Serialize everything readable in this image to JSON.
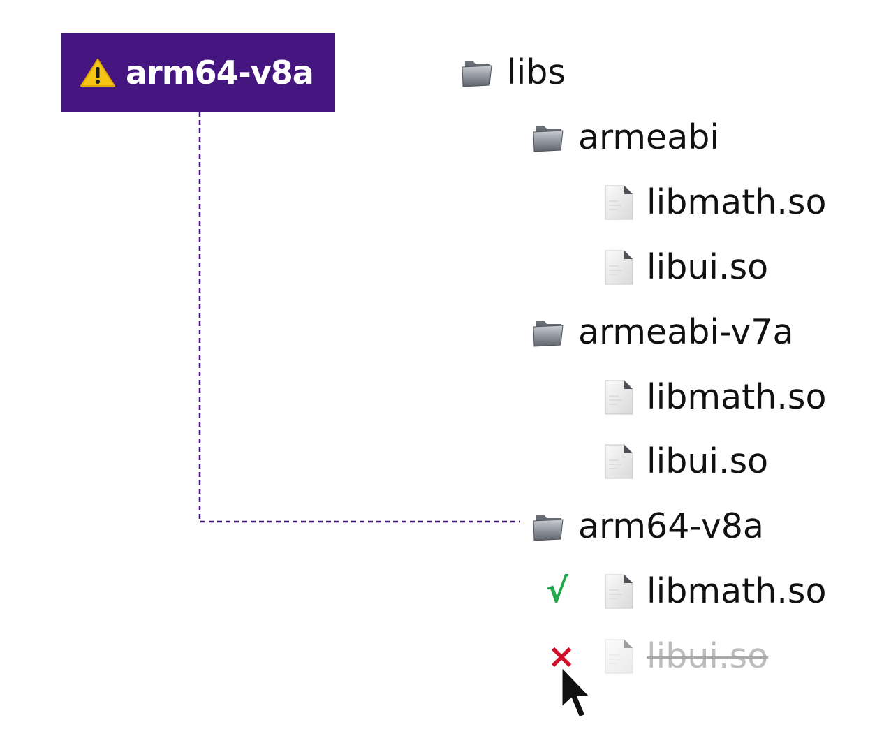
{
  "callout": {
    "icon": "warning-icon",
    "label": "arm64-v8a",
    "background": "#45167f",
    "text_color": "#ffffff"
  },
  "connector": {
    "style": "dashed",
    "color": "#45167f"
  },
  "tree": {
    "root": {
      "name": "libs",
      "icon": "folder-icon"
    },
    "folders": [
      {
        "name": "armeabi",
        "icon": "folder-icon",
        "files": [
          {
            "name": "libmath.so",
            "icon": "file-icon"
          },
          {
            "name": "libui.so",
            "icon": "file-icon"
          }
        ]
      },
      {
        "name": "armeabi-v7a",
        "icon": "folder-icon",
        "files": [
          {
            "name": "libmath.so",
            "icon": "file-icon"
          },
          {
            "name": "libui.so",
            "icon": "file-icon"
          }
        ]
      },
      {
        "name": "arm64-v8a",
        "icon": "folder-icon",
        "files": [
          {
            "name": "libmath.so",
            "icon": "file-icon",
            "mark": "√",
            "mark_color": "#21a84a",
            "status": "included"
          },
          {
            "name": "libui.so",
            "icon": "file-icon",
            "mark": "×",
            "mark_color": "#d0102a",
            "status": "excluded"
          }
        ]
      }
    ]
  },
  "cursor": {
    "icon": "mouse-pointer-icon"
  }
}
